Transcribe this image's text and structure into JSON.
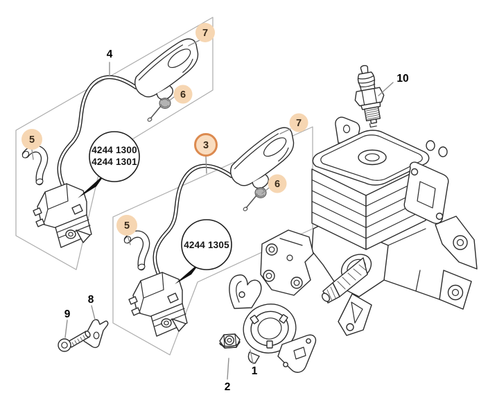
{
  "colors": {
    "background": "#ffffff",
    "callout_fill": "#f6d6b2",
    "highlight_ring": "#dc8a4f",
    "callout_text": "#3a2c1c",
    "label_text": "#000000",
    "part_line": "#2b2b2b",
    "frame_line": "#ababab",
    "leader_line": "#8f8f8f",
    "metal_gray": "#b3b3b3"
  },
  "callouts": {
    "item_1": "1",
    "item_2": "2",
    "item_3": "3",
    "item_4": "4",
    "item_5": "5",
    "item_6": "6",
    "item_7": "7",
    "item_8": "8",
    "item_9": "9",
    "item_10": "10"
  },
  "part_number_bubbles": {
    "group_a": [
      "4244 1300",
      "4244 1301"
    ],
    "group_b": [
      "4244 1305"
    ]
  }
}
